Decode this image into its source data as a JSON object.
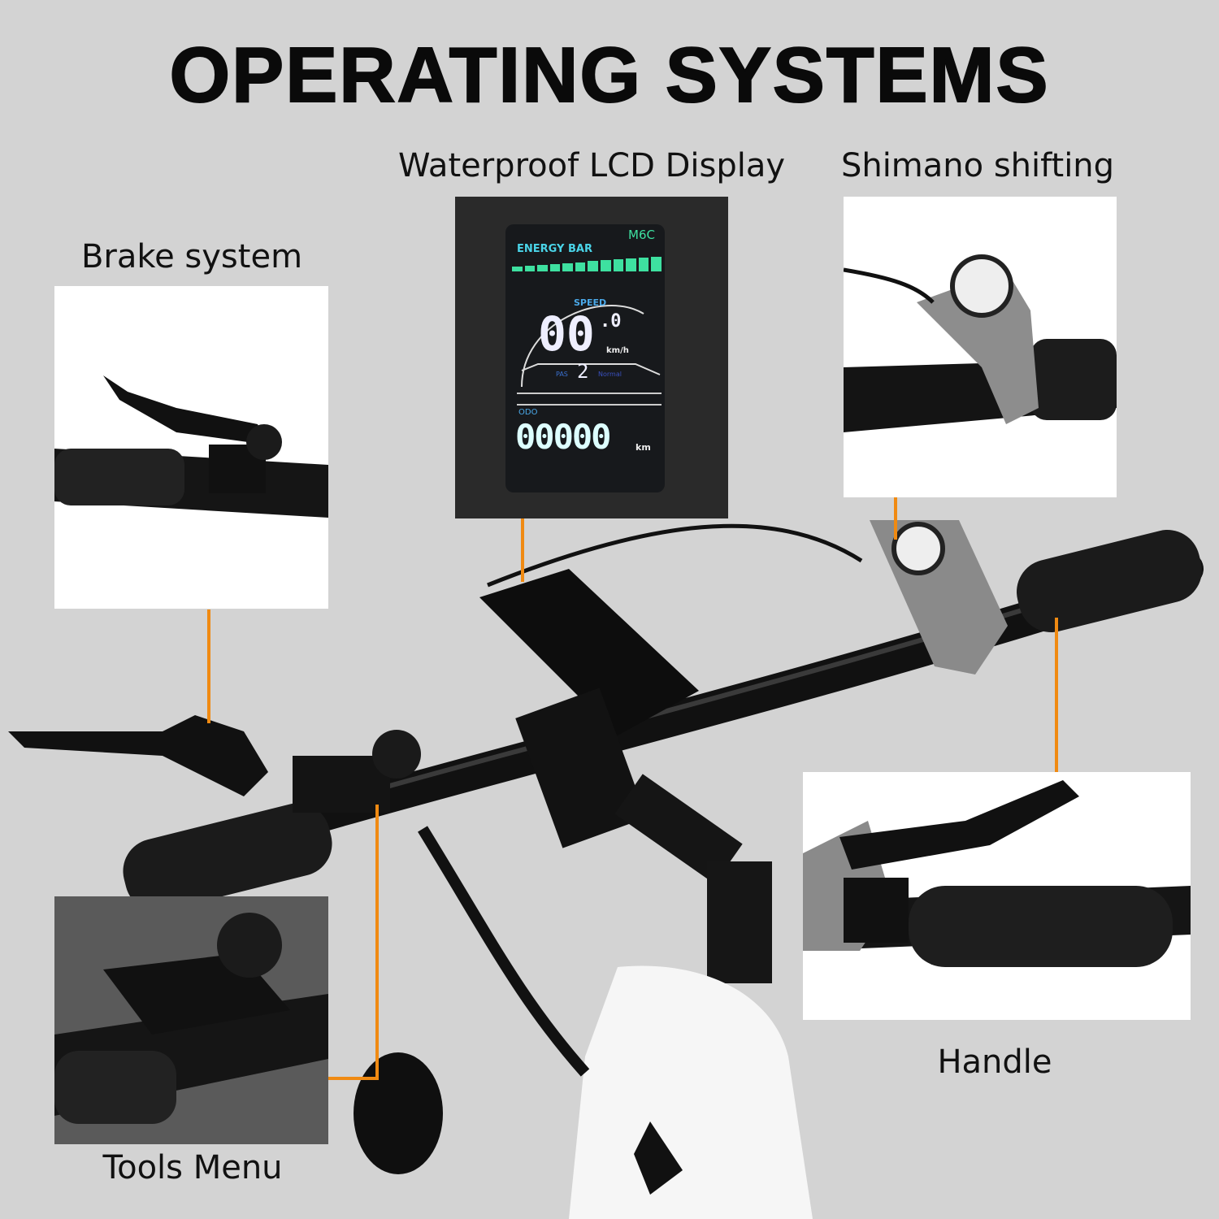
{
  "title": "OPERATING SYSTEMS",
  "labels": {
    "lcd": "Waterproof LCD Display",
    "shifting": "Shimano shifting",
    "brake": "Brake system",
    "handle": "Handle",
    "tools": "Tools Menu"
  },
  "lcd_display": {
    "model": "M6C",
    "energy_label": "ENERGY BAR",
    "energy_level": 1.0,
    "speed_label": "SPEED",
    "speed_value": "00",
    "speed_decimal": ".0",
    "speed_unit": "km/h",
    "pas_label": "PAS",
    "pas_value": "2",
    "mode": "Normal",
    "odo_label": "ODO",
    "odo_value": "00000",
    "odo_unit": "km"
  },
  "colors": {
    "background": "#d3d3d3",
    "leader": "#f08a12",
    "lcd_green": "#3ee0a0",
    "lcd_blue": "#4aa8e8"
  }
}
